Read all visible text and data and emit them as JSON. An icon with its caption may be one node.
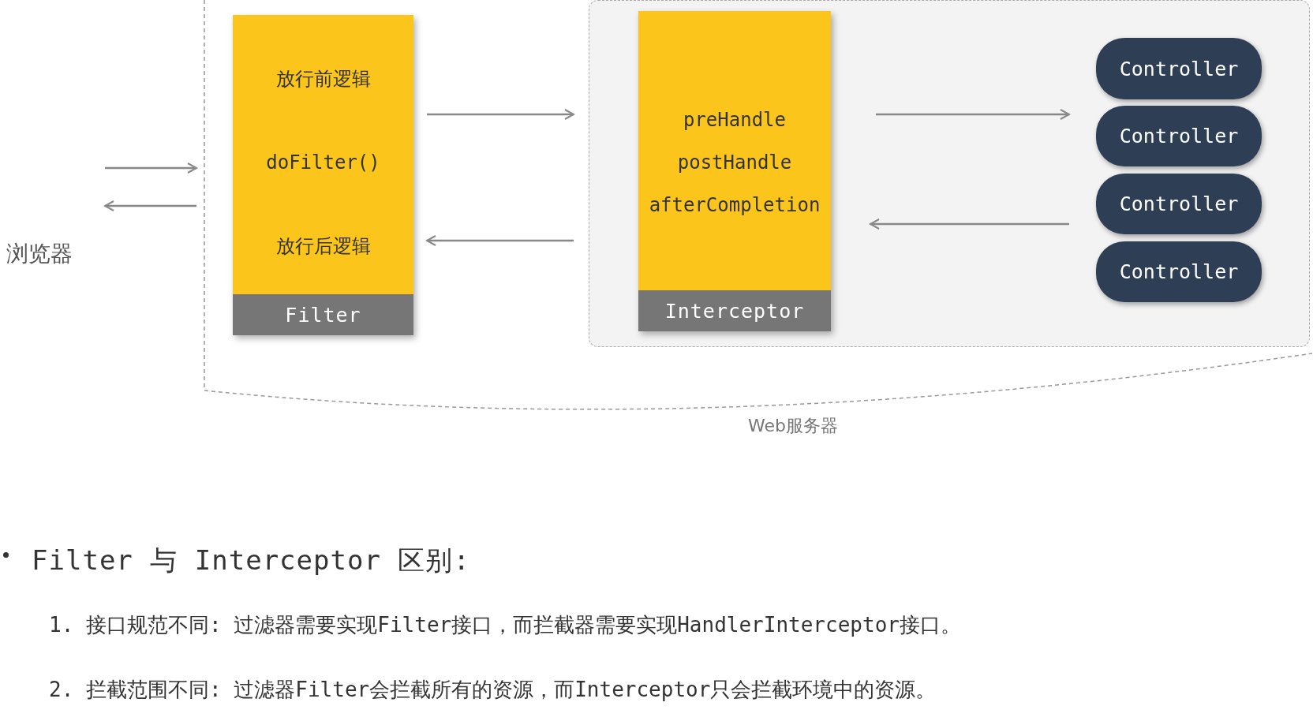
{
  "diagram": {
    "nodes": [
      {
        "text": [
          "浏览器"
        ]
      },
      {
        "text": [
          "Web服务器"
        ]
      },
      {
        "text": [
          "放行前逻辑",
          "doFilter()",
          "放行后逻辑",
          "Filter"
        ],
        "in": 1
      },
      {
        "text": [],
        "shape": "box",
        "in": 1
      },
      {
        "text": [
          "preHandle",
          "postHandle",
          "afterCompletion",
          "Interceptor"
        ],
        "in": 3
      },
      {
        "text": [
          "Controller"
        ],
        "in": 3
      },
      {
        "text": [
          "Controller"
        ],
        "in": 3
      },
      {
        "text": [
          "Controller"
        ],
        "in": 3
      },
      {
        "text": [
          "Controller"
        ],
        "in": 3
      }
    ],
    "edges": [
      {
        "from": 0,
        "to": 2,
        "arrow": "to"
      },
      {
        "from": 2,
        "to": 0,
        "arrow": "to"
      },
      {
        "from": 2,
        "to": 4,
        "arrow": "to"
      },
      {
        "from": 4,
        "to": 2,
        "arrow": "to"
      },
      {
        "from": 4,
        "to": 6,
        "arrow": "to"
      },
      {
        "from": 7,
        "to": 4,
        "arrow": "to"
      }
    ],
    "labels": [
      "Filter 与 Interceptor 区别:",
      "1. 接口规范不同: 过滤器需要实现Filter接口，而拦截器需要实现HandlerInterceptor接口。",
      "2. 拦截范围不同: 过滤器Filter会拦截所有的资源，而Interceptor只会拦截环境中的资源。"
    ]
  }
}
